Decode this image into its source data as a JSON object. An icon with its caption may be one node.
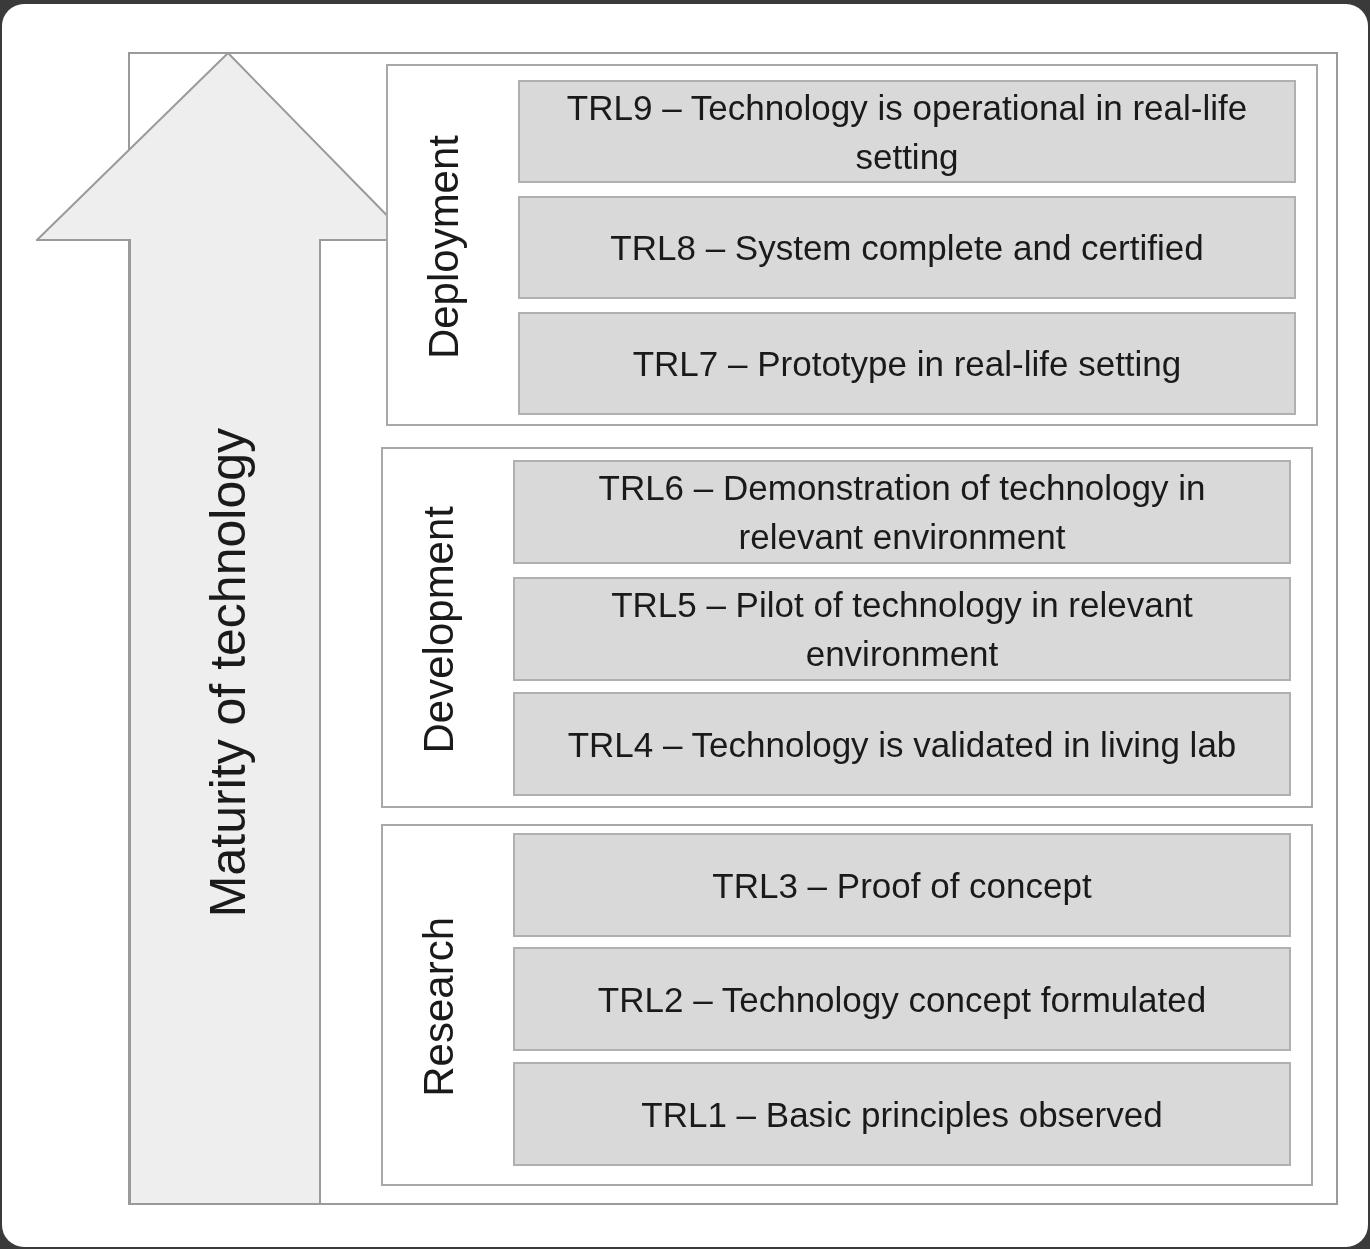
{
  "diagram": {
    "nodes": [
      {
        "text": [
          "Maturity of technology"
        ]
      },
      {
        "text": [
          "Deployment"
        ]
      },
      {
        "text": [
          "TRL9 – Technology is operational in real-life setting"
        ],
        "in": 1
      },
      {
        "text": [
          "TRL8 – System complete and certified"
        ],
        "in": 1
      },
      {
        "text": [
          "TRL7 – Prototype in real-life setting"
        ],
        "in": 1
      },
      {
        "text": [
          "Development"
        ]
      },
      {
        "text": [
          "TRL6 – Demonstration of technology in relevant environment"
        ],
        "in": 5
      },
      {
        "text": [
          "TRL5 – Pilot of technology in relevant environment"
        ],
        "in": 5
      },
      {
        "text": [
          "TRL4 – Technology is validated in living lab"
        ],
        "in": 5
      },
      {
        "text": [
          "Research"
        ]
      },
      {
        "text": [
          "TRL3 – Proof of concept"
        ],
        "in": 9
      },
      {
        "text": [
          "TRL2 – Technology concept formulated"
        ],
        "in": 9
      },
      {
        "text": [
          "TRL1 – Basic principles observed"
        ],
        "in": 9
      }
    ],
    "edges": []
  }
}
